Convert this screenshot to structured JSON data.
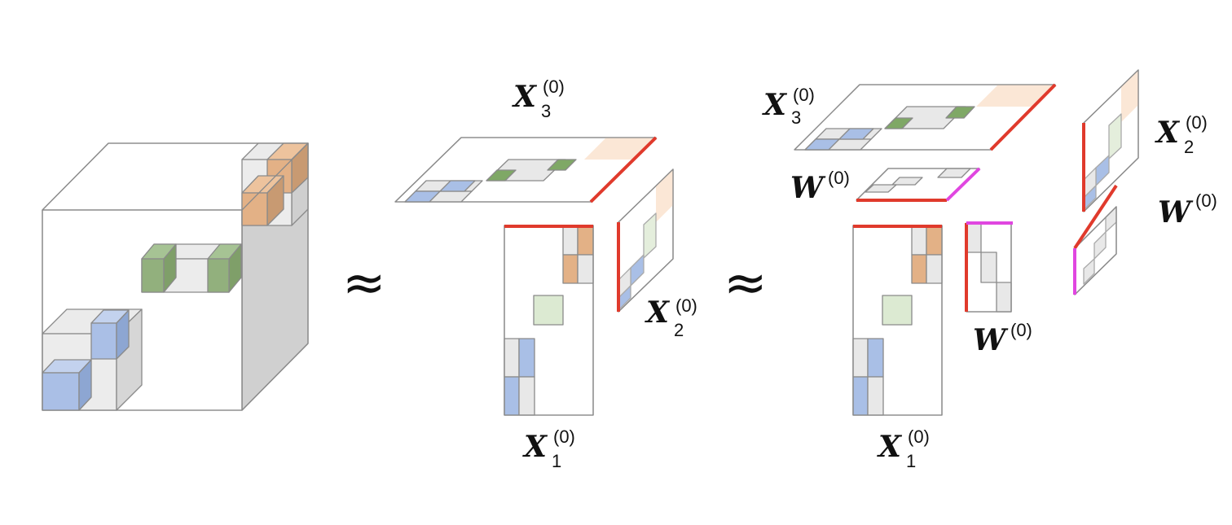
{
  "colors": {
    "blue": "#a9bfe6",
    "green": "#8fb07a",
    "orange": "#e7b48a",
    "gray": "#e6e6e6",
    "red": "#e03a2c",
    "magenta": "#e046e0",
    "edge": "#888888"
  },
  "symbols": {
    "approx": "≈",
    "X": "X",
    "W": "W",
    "sup0": "(0)",
    "sub1": "1",
    "sub2": "2",
    "sub3": "3"
  }
}
